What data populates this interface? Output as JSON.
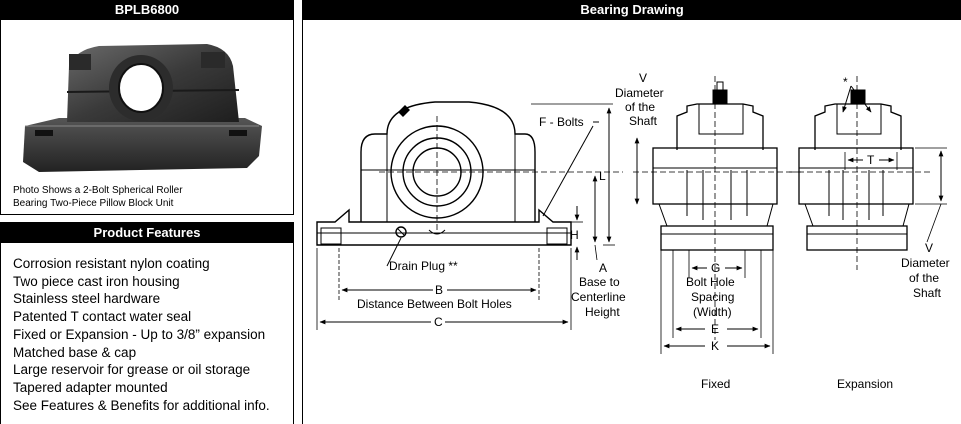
{
  "product_panel": {
    "header": "BPLB6800",
    "caption_line1": "Photo Shows a 2-Bolt Spherical Roller",
    "caption_line2": "Bearing Two-Piece Pillow Block Unit"
  },
  "features_panel": {
    "header": "Product Features",
    "items": [
      "Corrosion resistant nylon coating",
      "Two piece cast iron housing",
      "Stainless steel hardware",
      "Patented T contact water seal",
      "Fixed or Expansion - Up to 3/8” expansion",
      "Matched base & cap",
      "Large reservoir for grease or oil storage",
      "Tapered adapter mounted",
      "See Features & Benefits for additional info."
    ]
  },
  "drawing_panel": {
    "header": "Bearing Drawing",
    "labels": {
      "f_bolts": "F - Bolts",
      "l": "L",
      "h": "H",
      "a": "A",
      "base_to": "Base to",
      "centerline": "Centerline",
      "height": "Height",
      "drain_plug": "Drain Plug **",
      "b": "B",
      "distance": "Distance Between Bolt Holes",
      "c": "C",
      "v": "V",
      "diameter": "Diameter",
      "of_the": "of the",
      "shaft": "Shaft",
      "g": "G",
      "bolt_hole": "Bolt Hole",
      "spacing": "Spacing",
      "width": "(Width)",
      "e": "E",
      "k": "K",
      "t": "T",
      "asterisk": "*",
      "fixed": "Fixed",
      "expansion": "Expansion"
    }
  }
}
